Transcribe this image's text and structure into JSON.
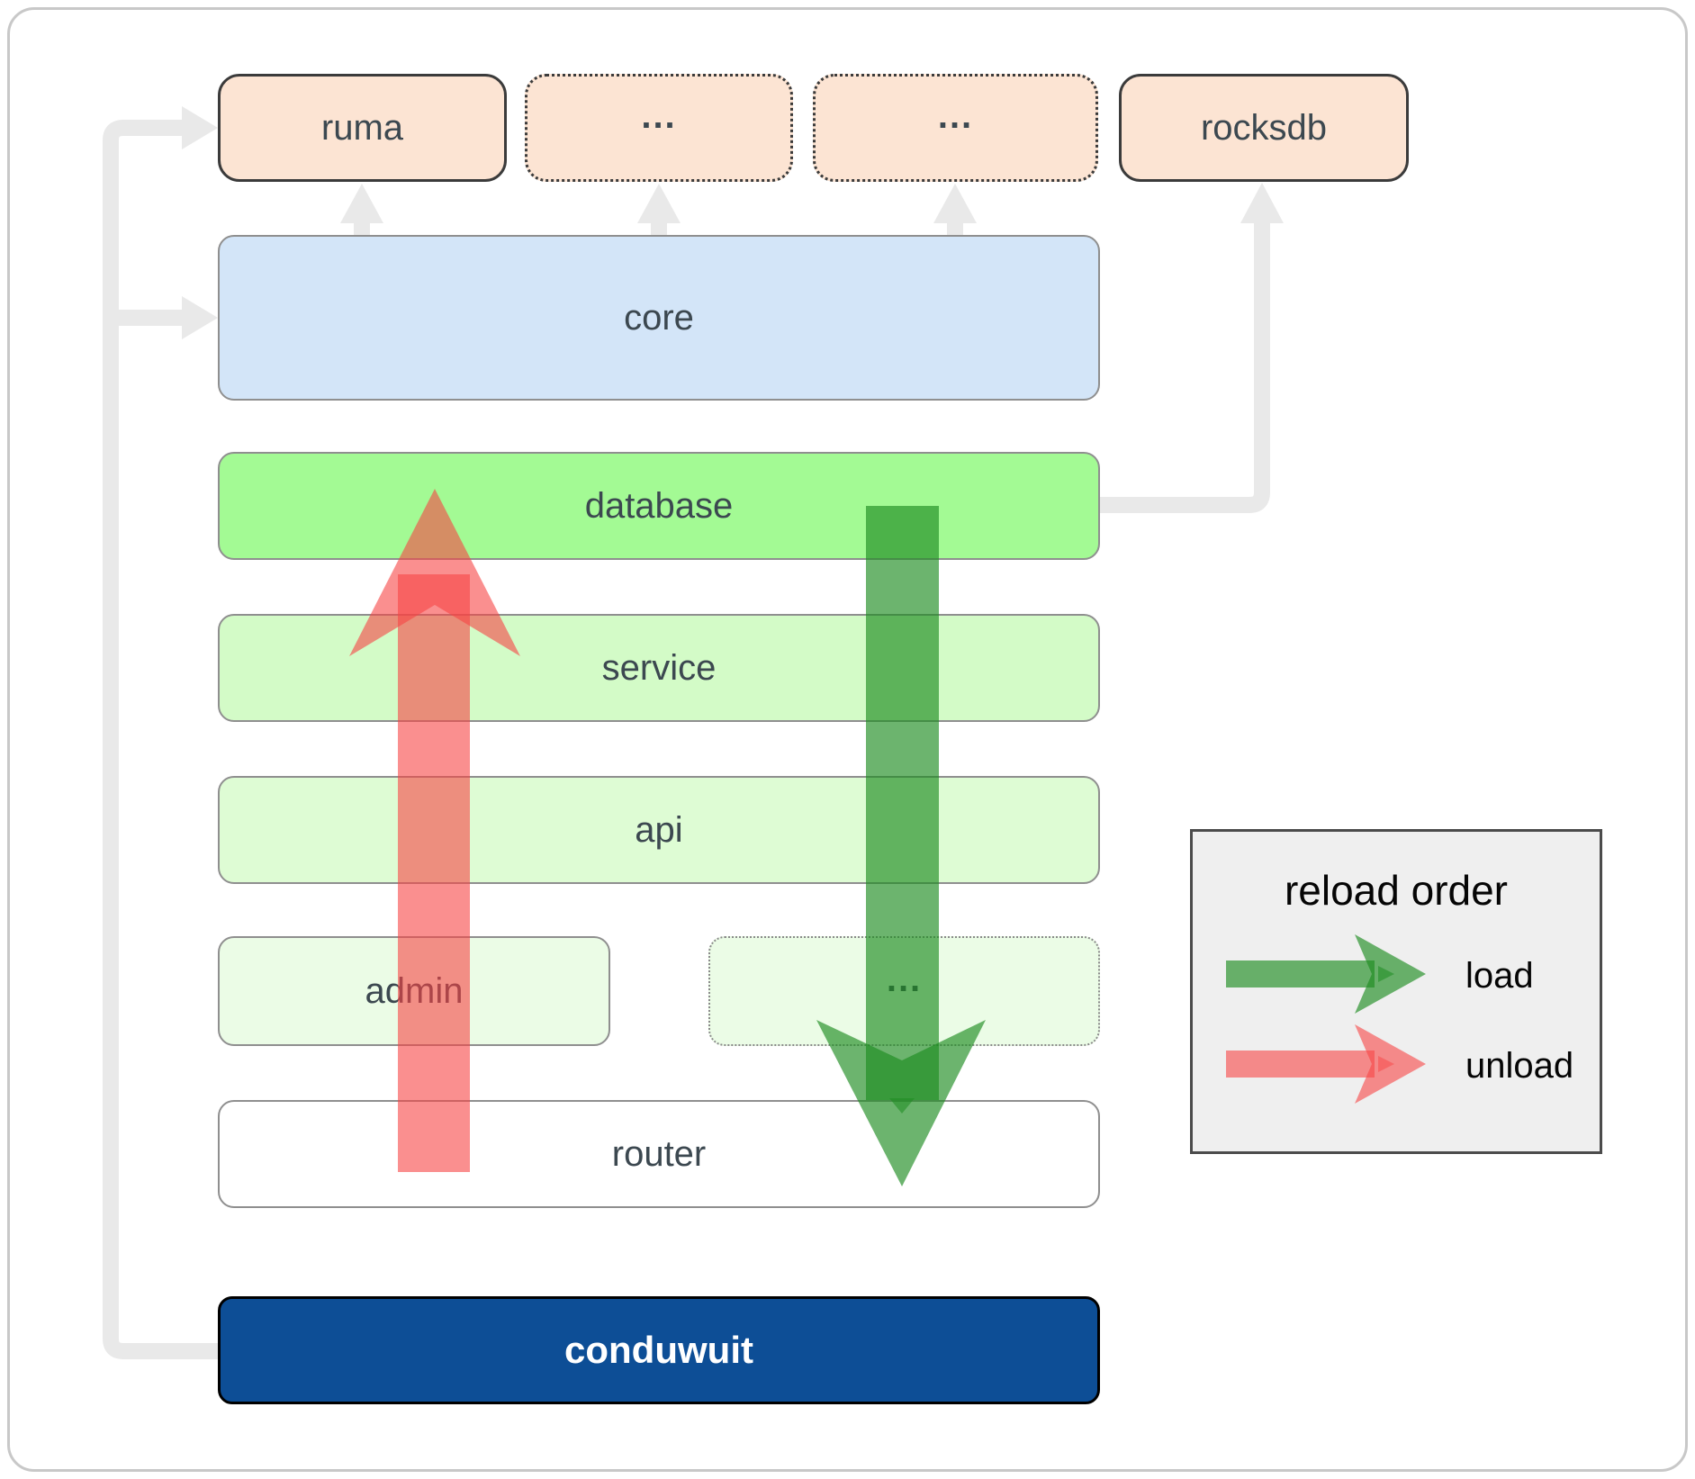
{
  "diagram": {
    "title_hint": "conduwuit component reload/dependency diagram",
    "nodes": {
      "ruma": {
        "label": "ruma"
      },
      "dep_more_1": {
        "label": "..."
      },
      "dep_more_2": {
        "label": "..."
      },
      "rocksdb": {
        "label": "rocksdb"
      },
      "core": {
        "label": "core"
      },
      "database": {
        "label": "database"
      },
      "service": {
        "label": "service"
      },
      "api": {
        "label": "api"
      },
      "admin": {
        "label": "admin"
      },
      "admin_more": {
        "label": "..."
      },
      "router": {
        "label": "router"
      },
      "conduwuit": {
        "label": "conduwuit"
      }
    },
    "edges": [
      {
        "from": "conduwuit",
        "to": "ruma",
        "style": "gray-elbow"
      },
      {
        "from": "conduwuit",
        "to": "core",
        "style": "gray-elbow"
      },
      {
        "from": "core",
        "to": "ruma",
        "style": "gray-up"
      },
      {
        "from": "core",
        "to": "dep_more_1",
        "style": "gray-up"
      },
      {
        "from": "core",
        "to": "dep_more_2",
        "style": "gray-up"
      },
      {
        "from": "database",
        "to": "rocksdb",
        "style": "gray-elbow"
      }
    ],
    "flows": [
      {
        "type": "load",
        "direction": "down",
        "from": "database",
        "to": "router"
      },
      {
        "type": "unload",
        "direction": "up",
        "from": "router",
        "to": "database"
      }
    ]
  },
  "legend": {
    "title": "reload order",
    "items": [
      {
        "label": "load"
      },
      {
        "label": "unload"
      }
    ]
  },
  "colors": {
    "load": "#1d8c21",
    "unload": "#f74545",
    "connector": "#e9e9e9",
    "deps_bg": "#fce4d3",
    "core_bg": "#d3e5f8",
    "database_bg": "#a3fa94",
    "service_bg": "#d3fbc7",
    "api_bg": "#defcd4",
    "admin_bg": "#ebfce6",
    "router_bg": "#ffffff",
    "conduwuit_bg": "#0d4e96",
    "legend_bg": "#efefef"
  }
}
